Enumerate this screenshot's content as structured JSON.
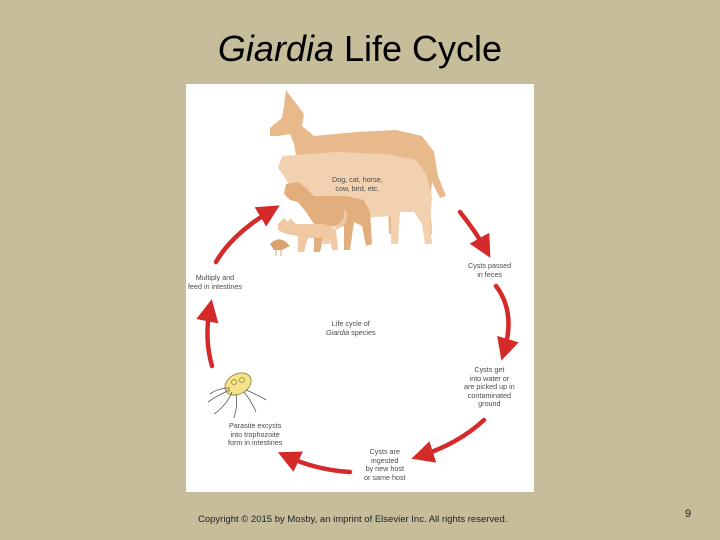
{
  "title": {
    "genus": "Giardia",
    "rest": " Life Cycle"
  },
  "figure": {
    "hosts_label": [
      "Dog, cat, horse,",
      "cow, bird, etc."
    ],
    "cysts_passed": [
      "Cysts passed",
      "in feces"
    ],
    "cysts_water": [
      "Cysts get",
      "into water or",
      "are picked up in",
      "contaminated",
      "ground"
    ],
    "cysts_ingested": [
      "Cysts are",
      "ingested",
      "by new host",
      "or same host"
    ],
    "excysts": [
      "Parasite excysts",
      "into trophozoite",
      "form in intestines"
    ],
    "multiply": [
      "Multiply and",
      "feed in intestines"
    ],
    "center": {
      "line1": "Life cycle of",
      "genus": "Giardia",
      "rest": " species"
    }
  },
  "colors": {
    "background": "#c6bd9a",
    "arrow": "#d42a2a",
    "animal": "#e8b98a"
  },
  "icons": [
    "horse-icon",
    "cow-icon",
    "dog-icon",
    "cat-icon",
    "bird-icon",
    "trophozoite-icon",
    "cycle-arrow-icon"
  ],
  "footer": {
    "copyright": "Copyright © 2015 by Mosby, an imprint of Elsevier Inc. All rights reserved.",
    "page_number": "9"
  }
}
